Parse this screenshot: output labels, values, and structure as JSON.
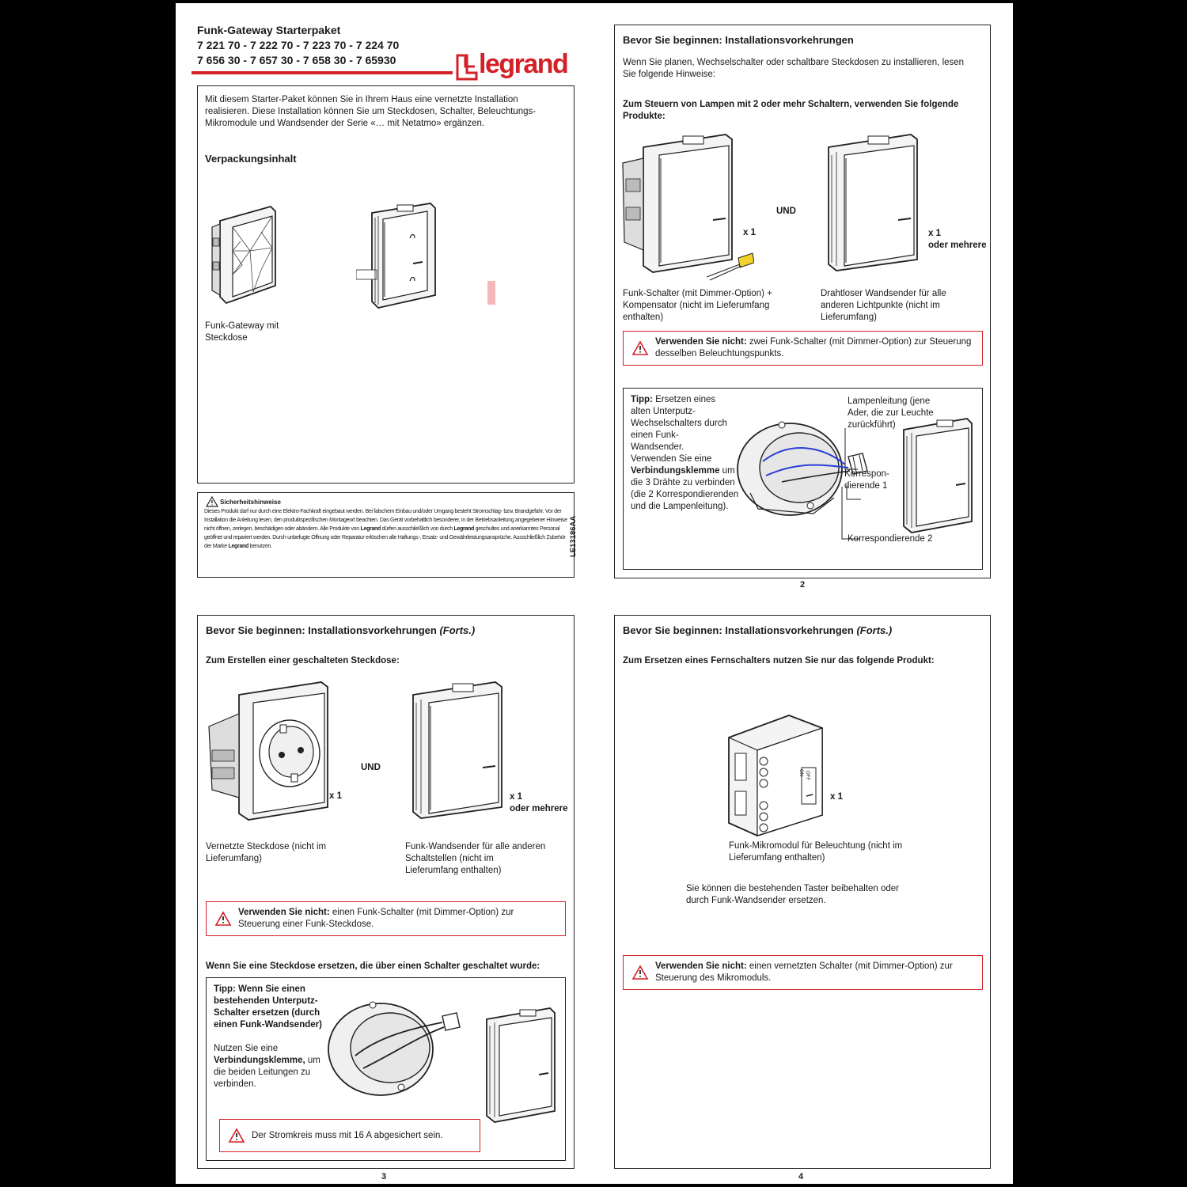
{
  "page1": {
    "title": "Funk-Gateway Starterpaket",
    "refs_line1": "7 221 70 - 7 222 70 - 7 223 70 - 7 224 70",
    "refs_line2": "7 656 30 - 7 657 30 - 7 658 30 - 7 65930",
    "logo_text": "legrand",
    "intro": "Mit diesem Starter-Paket können Sie in Ihrem Haus eine vernetzte Installation realisieren. Diese Installation können Sie um Steckdosen, Schalter, Beleuchtungs-Mikromodule und Wandsender der Serie «… mit Netatmo» ergänzen.",
    "package_heading": "Verpackungsinhalt",
    "item1_caption": "Funk-Gateway mit Steckdose",
    "safety_heading": "Sicherheitshinweise",
    "safety_p1": "Dieses Produkt darf nur durch eine Elektro-Fachkraft eingebaut werden. Bei falschem Einbau und/oder Umgang besteht Stromschlag- bzw. Brandgefahr. Vor der Installation die Anleitung lesen, den produktspezifischen Montageort beachten. Das Gerät vorbehaltlich besonderer, in der Betriebsanleitung angegebener Hinweise nicht öffnen, zerlegen, beschädigen oder abändern. Alle Produkte von ",
    "safety_brand": "Legrand",
    "safety_p2": " dürfen ausschließlich von durch ",
    "safety_brand2": "Legrand",
    "safety_p3": " geschultes und anerkanntes Personal geöffnet und repariert werden. Durch unbefugte Öffnung oder Reparatur erlöschen alle Haftungs-, Ersatz- und Gewährleistungsansprüche. Ausschließlich Zubehör der Marke ",
    "safety_brand3": "Legrand",
    "safety_p4": " benutzen.",
    "doc_code": "LE13186AA"
  },
  "page2": {
    "number": "2",
    "heading": "Bevor Sie beginnen: Installationsvorkehrungen",
    "intro": "Wenn Sie planen, Wechselschalter oder schaltbare Steckdosen zu installieren, lesen Sie folgende Hinweise:",
    "sub": "Zum Steuern von Lampen mit 2 oder mehr Schaltern, verwenden Sie folgende Produkte:",
    "und": "UND",
    "qty1": "x 1",
    "qty2": "x 1",
    "qty2b": "oder mehrere",
    "cap1": "Funk-Schalter (mit Dimmer-Option) + Kompensator (nicht im Lieferumfang enthalten)",
    "cap2": "Drahtloser Wandsender für alle anderen Lichtpunkte (nicht im Lieferumfang)",
    "warn_bold": "Verwenden Sie nicht:",
    "warn_text": " zwei Funk-Schalter (mit Dimmer-Option) zur Steuerung desselben Beleuchtungspunkts.",
    "tip_bold": "Tipp:",
    "tip_text": " Ersetzen eines alten Unterputz-Wechselschalters durch einen Funk-Wandsender.",
    "tip2a": "Verwenden Sie eine ",
    "tip2b": "Verbindungsklemme",
    "tip2c": " um die 3 Drähte zu verbinden (die 2 Korrespondierenden und die Lampenleitung).",
    "label_lamp": "Lampenleitung (jene Ader, die zur Leuchte zurückführt)",
    "label_k1": "Korrespon-dierende 1",
    "label_k2": "Korrespondierende 2"
  },
  "page3": {
    "number": "3",
    "heading": "Bevor Sie beginnen: Installationsvorkehrungen ",
    "heading_it": "(Forts.)",
    "sub": "Zum Erstellen einer geschalteten Steckdose:",
    "und": "UND",
    "qty1": "x 1",
    "qty2": "x 1",
    "qty2b": "oder mehrere",
    "cap1": "Vernetzte Steckdose (nicht im Lieferumfang)",
    "cap2": "Funk-Wandsender für alle anderen Schaltstellen (nicht im Lieferumfang enthalten)",
    "warn_bold": "Verwenden Sie nicht:",
    "warn_text": " einen Funk-Schalter (mit Dimmer-Option) zur Steuerung einer Funk-Steckdose.",
    "sub2": "Wenn Sie eine Steckdose ersetzen, die über einen Schalter geschaltet wurde:",
    "tip_bold": "Tipp: Wenn Sie einen bestehenden Unterputz-Schalter ersetzen (durch einen Funk-Wandsender)",
    "tip2a": "Nutzen Sie eine ",
    "tip2b": "Verbindungsklemme,",
    "tip2c": " um die beiden Leitungen zu verbinden.",
    "warn2": "Der Stromkreis muss mit 16 A abgesichert sein."
  },
  "page4": {
    "number": "4",
    "heading": "Bevor Sie beginnen: Installationsvorkehrungen ",
    "heading_it": "(Forts.)",
    "sub": "Zum Ersetzen eines Fernschalters nutzen Sie nur das folgende Produkt:",
    "qty": "x 1",
    "switch_on": "ON",
    "switch_off": "OFF",
    "cap": "Funk-Mikromodul für Beleuchtung (nicht im Lieferumfang enthalten)",
    "note": "Sie können die bestehenden Taster beibehalten oder durch Funk-Wandsender ersetzen.",
    "warn_bold": "Verwenden Sie nicht:",
    "warn_text": " einen vernetzten Schalter (mit Dimmer-Option) zur Steuerung des Mikromoduls."
  },
  "colors": {
    "accent_red": "#d32027",
    "ink": "#1a1a1a",
    "wire_blue": "#2a3fd6"
  }
}
